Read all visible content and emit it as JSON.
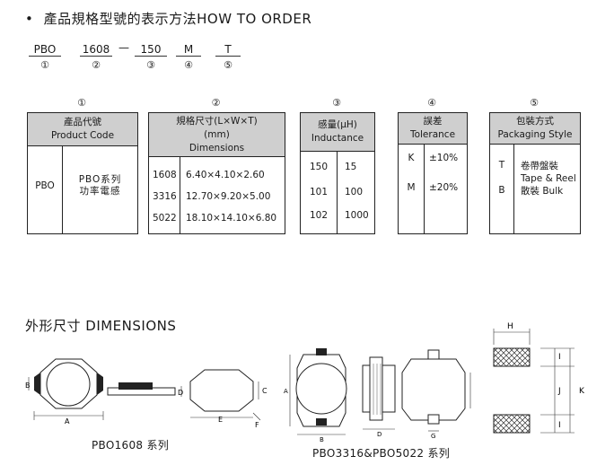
{
  "title": {
    "bullet": "•",
    "text": "產品規格型號的表示方法HOW TO ORDER"
  },
  "code": {
    "parts": [
      "PBO",
      "1608",
      "150",
      "M",
      "T"
    ],
    "dash": "—",
    "numbers": [
      "①",
      "②",
      "③",
      "④",
      "⑤"
    ]
  },
  "tables": {
    "t1": {
      "num": "①",
      "head_cn": "產品代號",
      "head_en": "Product Code",
      "code": "PBO",
      "desc_line1": "PBO系列",
      "desc_line2": "功率電感"
    },
    "t2": {
      "num": "②",
      "head_cn": "規格尺寸(L×W×T)",
      "head_unit": "(mm)",
      "head_en": "Dimensions",
      "rows": [
        {
          "code": "1608",
          "value": "6.40×4.10×2.60"
        },
        {
          "code": "3316",
          "value": "12.70×9.20×5.00"
        },
        {
          "code": "5022",
          "value": "18.10×14.10×6.80"
        }
      ]
    },
    "t3": {
      "num": "③",
      "head_cn": "感量(μH)",
      "head_en": "Inductance",
      "rows": [
        {
          "code": "150",
          "value": "15"
        },
        {
          "code": "101",
          "value": "100"
        },
        {
          "code": "102",
          "value": "1000"
        }
      ]
    },
    "t4": {
      "num": "④",
      "head_cn": "誤差",
      "head_en": "Tolerance",
      "rows": [
        {
          "code": "K",
          "value": "±10%"
        },
        {
          "code": "M",
          "value": "±20%"
        }
      ]
    },
    "t5": {
      "num": "⑤",
      "head_cn": "包裝方式",
      "head_en": "Packaging Style",
      "code_t": "T",
      "code_b": "B",
      "value_line1": "卷帶盤裝",
      "value_line2": "Tape & Reel",
      "value_line3": "散裝 Bulk"
    }
  },
  "dimensions": {
    "title": "外形尺寸 DIMENSIONS",
    "caption1": "PBO1608 系列",
    "caption2": "PBO3316&PBO5022 系列",
    "labels": {
      "A": "A",
      "B": "B",
      "C": "C",
      "D": "D",
      "E": "E",
      "F": "F",
      "G": "G",
      "H": "H",
      "I": "I",
      "J": "J",
      "K": "K"
    }
  }
}
